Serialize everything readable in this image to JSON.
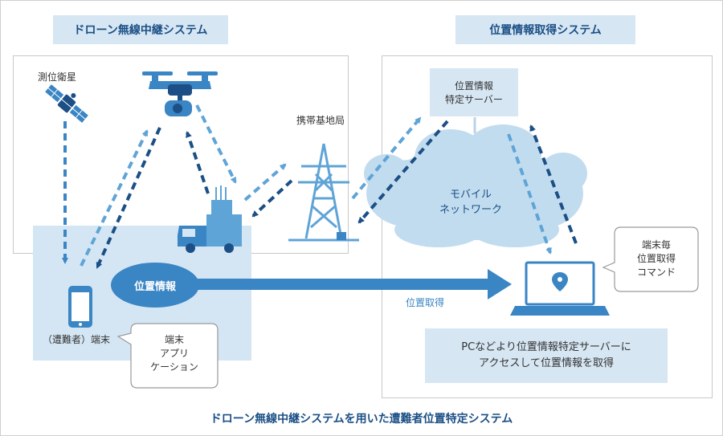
{
  "drone_system": {
    "header": "ドローン無線中継システム"
  },
  "location_system": {
    "header": "位置情報取得システム"
  },
  "labels": {
    "satellite": "測位衛星",
    "base_station": "携帯基地局",
    "server_line1": "位置情報",
    "server_line2": "特定サーバー",
    "network_line1": "モバイル",
    "network_line2": "ネットワーク",
    "location_info": "位置情報",
    "acquire": "位置取得",
    "terminal": "（遭難者）端末",
    "app_line1": "端末",
    "app_line2": "アプリ",
    "app_line3": "ケーション",
    "command_line1": "端末毎",
    "command_line2": "位置取得",
    "command_line3": "コマンド",
    "pc_note_line1": "PCなどより位置情報特定サーバーに",
    "pc_note_line2": "アクセスして位置情報を取得"
  },
  "caption": "ドローン無線中継システムを用いた遭難者位置特定システム",
  "colors": {
    "dark_blue": "#1b4f85",
    "mid_blue": "#3a85c4",
    "light_blue": "#5fa4d6",
    "panel": "#d4e6f4",
    "cloud": "#c2dcef"
  },
  "icons": [
    "satellite-icon",
    "drone-icon",
    "truck-icon",
    "tower-icon",
    "phone-icon",
    "laptop-icon",
    "map-pin-icon"
  ]
}
